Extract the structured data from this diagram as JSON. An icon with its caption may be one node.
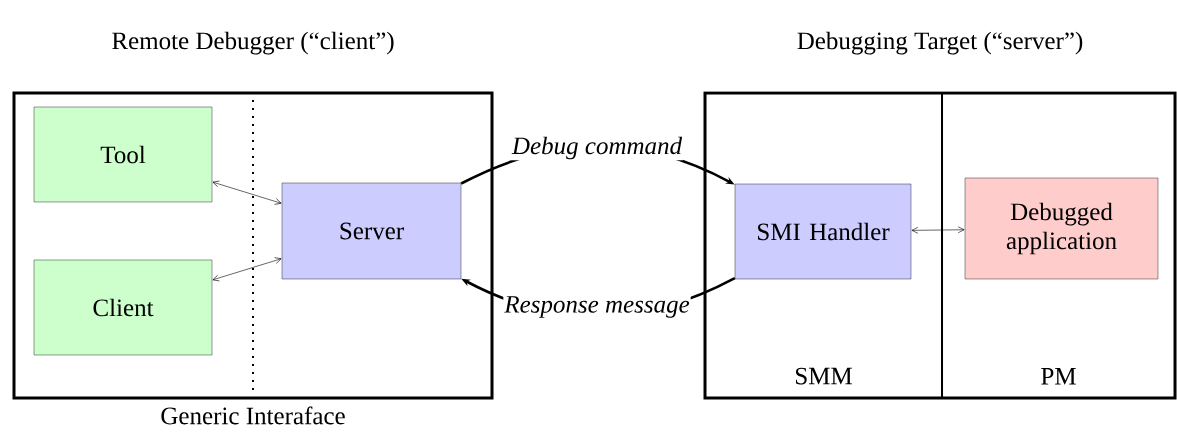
{
  "diagram": {
    "nodes": [
      {
        "text": [
          "Remote Debugger (“client”)"
        ],
        "beside": [
          "Generic Interaface"
        ]
      },
      {
        "text": [
          "Debugging Target (“server”)"
        ]
      },
      {
        "text": [
          "SMM"
        ],
        "in": 1
      },
      {
        "text": [
          "PM"
        ],
        "in": 1
      },
      {
        "text": [
          "Tool"
        ],
        "in": 0
      },
      {
        "text": [
          "Client"
        ],
        "in": 0
      },
      {
        "text": [
          "Server"
        ],
        "in": 0
      },
      {
        "text": [
          "SMI Handler"
        ],
        "in": 2
      },
      {
        "text": [
          "Debugged application"
        ],
        "in": 3
      }
    ],
    "edges": [
      {
        "from": 4,
        "to": 6,
        "arrow": "both"
      },
      {
        "from": 5,
        "to": 6,
        "arrow": "both"
      },
      {
        "from": 6,
        "to": 7,
        "arrow": "to",
        "label": "Debug command",
        "style": "thick"
      },
      {
        "from": 7,
        "to": 6,
        "arrow": "to",
        "label": "Response message",
        "style": "thick"
      },
      {
        "from": 7,
        "to": 8,
        "arrow": "both"
      }
    ]
  }
}
